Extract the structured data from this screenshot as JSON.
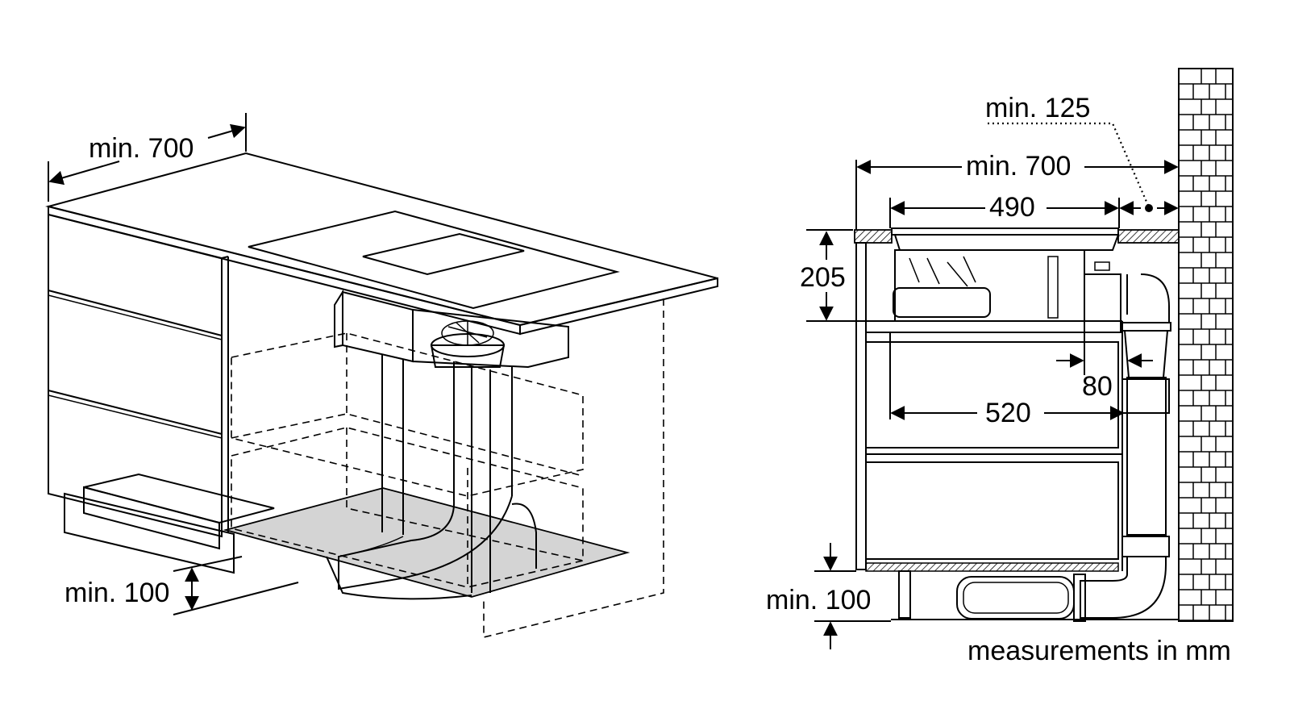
{
  "perspective_view": {
    "width_label": "min. 700",
    "plinth_label": "min. 100"
  },
  "side_view": {
    "clearance_label": "min. 125",
    "width_label": "min. 700",
    "hob_width_label": "490",
    "height_label": "205",
    "offset_label": "80",
    "depth_label": "520",
    "plinth_label": "min. 100"
  },
  "units_note": "measurements in mm"
}
